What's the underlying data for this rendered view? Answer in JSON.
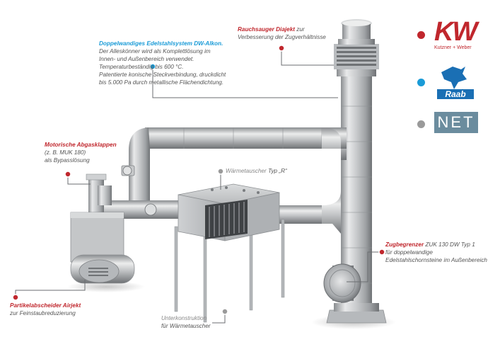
{
  "labels": {
    "dw_alkon": {
      "title": "Doppelwandiges Edelstahlsystem DW-Alkon.",
      "lines": [
        "Der Alleskönner wird als Komplettlösung im",
        "Innen- und Außenbereich verwendet.",
        "Temperaturbeständig bis 600 °C.",
        "Patentierte konische Steckverbindung, druckdicht",
        "bis 5.000 Pa durch metallische Flächendichtung."
      ]
    },
    "rauchsauger": {
      "title": "Rauchsauger Diajekt",
      "title_rest": " zur",
      "line2": "Verbesserung der Zugverhältnisse"
    },
    "abgasklappen": {
      "title": "Motorische Abgasklappen",
      "lines": [
        "(z. B. MUK 180)",
        "als Bypasslösung"
      ]
    },
    "waermetauscher": {
      "title": "Wärmetauscher",
      "title_rest": " Typ „R“"
    },
    "zugbegrenzer": {
      "title": "Zugbegrenzer",
      "title_rest": " ZUK 130 DW Typ 1",
      "lines": [
        "für doppelwandige",
        "Edelstahlschornsteine im Außenbereich"
      ]
    },
    "partikel": {
      "title": "Partikelabscheider Airjekt",
      "line2": "zur Feinstaubreduzierung"
    },
    "unterkonstruktion": {
      "title": "Unterkonstruktion",
      "line2": "für Wärmetauscher"
    }
  },
  "brands": {
    "kw": {
      "letters": "KW",
      "sub": "Kutzner + Weber"
    },
    "raab": {
      "text": "Raab"
    },
    "net": {
      "text": "NET"
    }
  },
  "colors": {
    "red": "#c0272d",
    "blue": "#1a9bd7",
    "gray": "#9a9a9a",
    "net_bg": "#6b8c9e"
  }
}
